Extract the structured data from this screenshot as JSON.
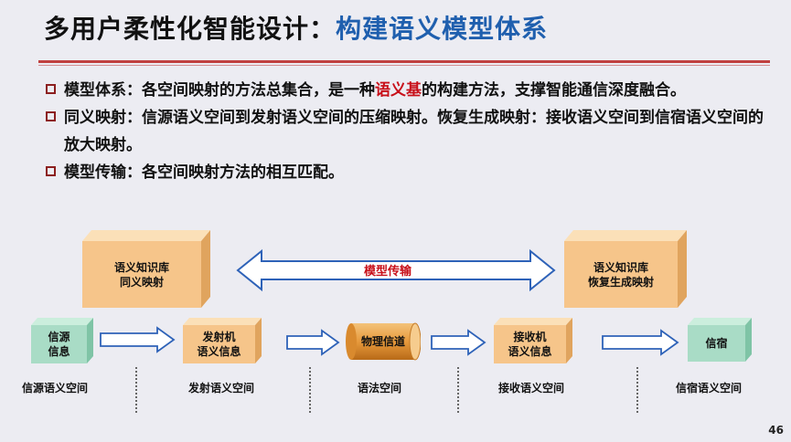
{
  "title": {
    "part1": "多用户柔性化智能设计：",
    "part2": "构建语义模型体系"
  },
  "bullets": [
    {
      "pre": "模型体系：各空间映射的方法总集合，是一种",
      "highlight": "语义基",
      "post": "的构建方法，支撑智能通信深度融合。"
    },
    {
      "pre": "同义映射：信源语义空间到发射语义空间的压缩映射。恢复生成映射：接收语义空间到信宿语义空间的放大映射。",
      "highlight": "",
      "post": ""
    },
    {
      "pre": "模型传输：各空间映射方法的相互匹配。",
      "highlight": "",
      "post": ""
    }
  ],
  "diagram": {
    "kb_left": {
      "line1": "语义知识库",
      "line2": "同义映射"
    },
    "kb_right": {
      "line1": "语义知识库",
      "line2": "恢复生成映射"
    },
    "transfer_label": "模型传输",
    "source": {
      "line1": "信源",
      "line2": "信息"
    },
    "transmitter": {
      "line1": "发射机",
      "line2": "语义信息"
    },
    "channel": "物理信道",
    "receiver": {
      "line1": "接收机",
      "line2": "语义信息"
    },
    "sink": "信宿",
    "spaces": [
      "信源语义空间",
      "发射语义空间",
      "语法空间",
      "接收语义空间",
      "信宿语义空间"
    ]
  },
  "page_number": "46",
  "colors": {
    "accent_red": "#c8101a",
    "title_blue": "#1f5fae",
    "peach_box": "#f6c58a",
    "teal_box": "#a9dcc6",
    "arrow_blue": "#2e62b8"
  }
}
